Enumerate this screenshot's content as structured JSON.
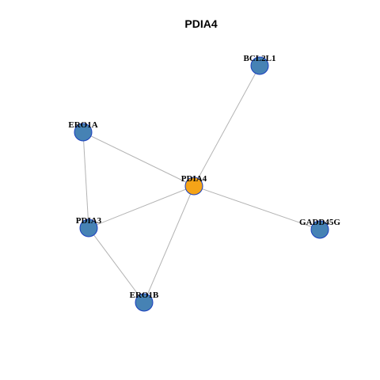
{
  "title": "PDIA4",
  "colors": {
    "hub_fill": "#f5a418",
    "hub_stroke": "#7a5a1a",
    "node_fill": "#4682b4",
    "node_stroke": "#1a3fbf",
    "edge": "#b3b3b3"
  },
  "nodes": [
    {
      "id": "PDIA4",
      "label": "PDIA4",
      "role": "hub"
    },
    {
      "id": "BCL2L1",
      "label": "BCL2L1",
      "role": "neighbor"
    },
    {
      "id": "ERO1A",
      "label": "ERO1A",
      "role": "neighbor"
    },
    {
      "id": "PDIA3",
      "label": "PDIA3",
      "role": "neighbor"
    },
    {
      "id": "GADD45G",
      "label": "GADD45G",
      "role": "neighbor"
    },
    {
      "id": "ERO1B",
      "label": "ERO1B",
      "role": "neighbor"
    }
  ],
  "edges": [
    {
      "source": "PDIA4",
      "target": "BCL2L1"
    },
    {
      "source": "PDIA4",
      "target": "ERO1A"
    },
    {
      "source": "PDIA4",
      "target": "PDIA3"
    },
    {
      "source": "PDIA4",
      "target": "GADD45G"
    },
    {
      "source": "PDIA4",
      "target": "ERO1B"
    },
    {
      "source": "ERO1A",
      "target": "PDIA3"
    },
    {
      "source": "PDIA3",
      "target": "ERO1B"
    }
  ]
}
